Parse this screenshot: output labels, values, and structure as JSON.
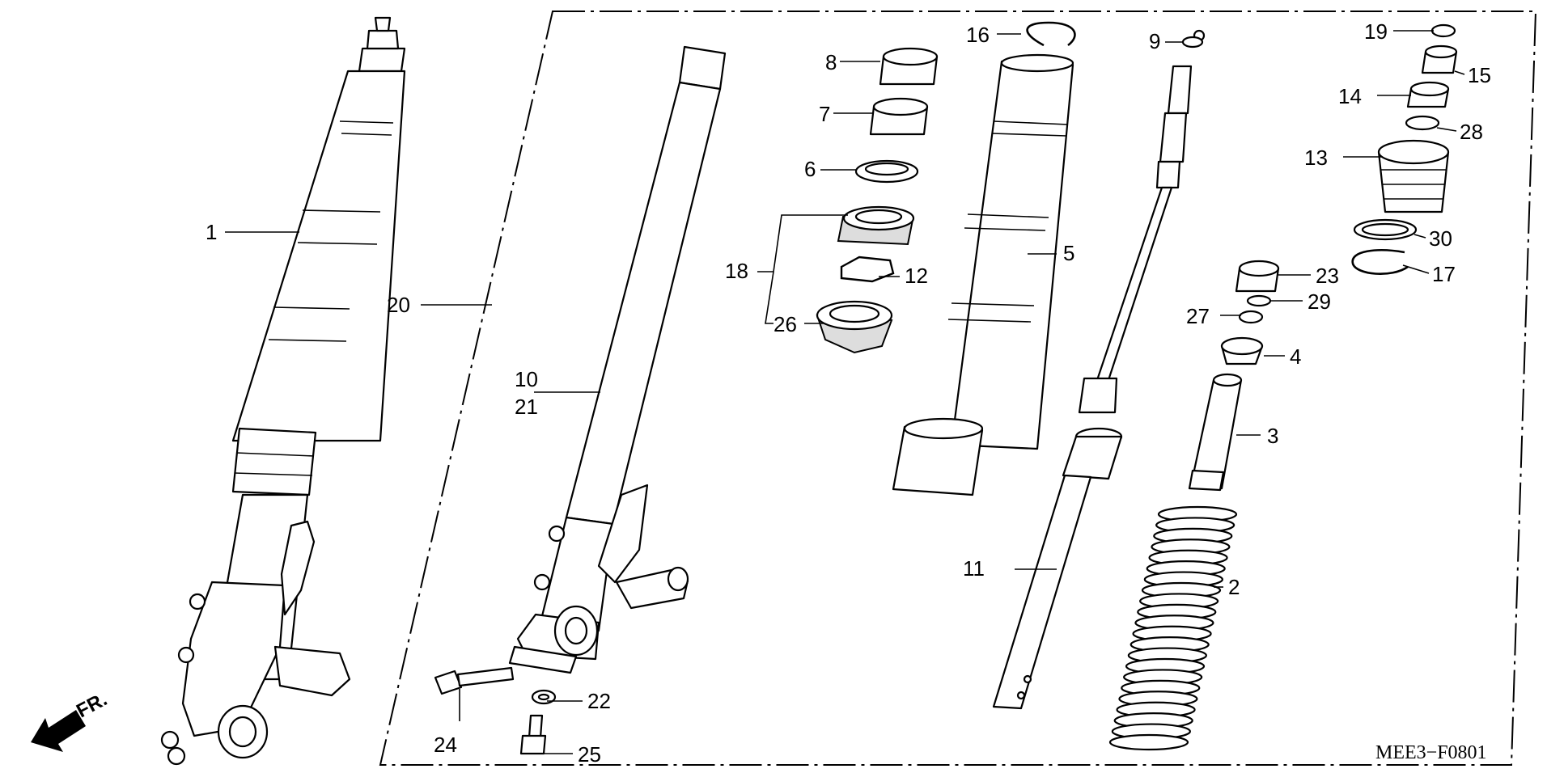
{
  "diagram": {
    "drawing_code": "MEE3−F0801",
    "front_marker": "FR.",
    "callouts": {
      "c1": "1",
      "c2": "2",
      "c3": "3",
      "c4": "4",
      "c5": "5",
      "c6": "6",
      "c7": "7",
      "c8": "8",
      "c9": "9",
      "c10": "10",
      "c11": "11",
      "c12": "12",
      "c13": "13",
      "c14": "14",
      "c15": "15",
      "c16": "16",
      "c17": "17",
      "c18": "18",
      "c19": "19",
      "c20": "20",
      "c21": "21",
      "c22": "22",
      "c23": "23",
      "c24": "24",
      "c25": "25",
      "c26": "26",
      "c27": "27",
      "c28": "28",
      "c29": "29",
      "c30": "30"
    }
  }
}
